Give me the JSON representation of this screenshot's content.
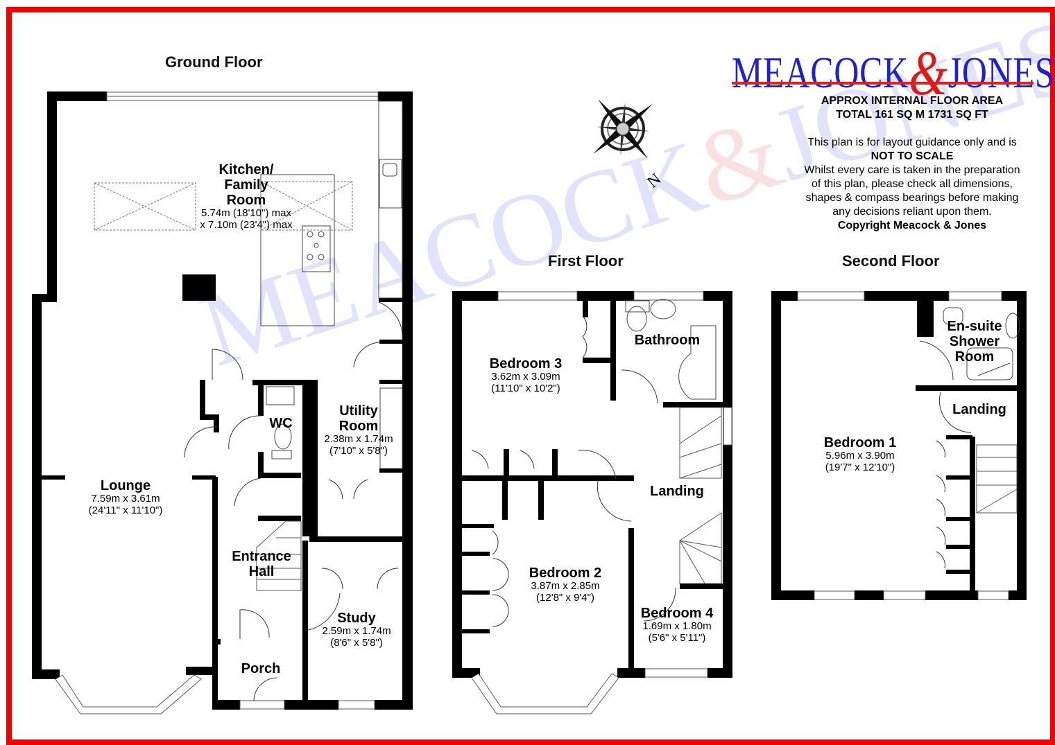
{
  "brand": {
    "name_left": "MEACOCK",
    "ampersand": "&",
    "name_right": "JONES",
    "primary_color": "#2020d0",
    "accent_color": "#e01818",
    "frame_color": "#f40000"
  },
  "info": {
    "area_heading": "APPROX INTERNAL FLOOR AREA",
    "area_total": "TOTAL 161 SQ M 1731 SQ FT",
    "disclaimer_1": "This plan is for layout guidance only and is",
    "not_to_scale": "NOT TO SCALE",
    "disclaimer_2": "Whilst every care is taken in the preparation",
    "disclaimer_3": "of this plan, please check all dimensions,",
    "disclaimer_4": "shapes & compass bearings before making",
    "disclaimer_5": "any decisions reliant upon them.",
    "copyright": "Copyright Meacock & Jones"
  },
  "compass": {
    "icon": "compass-rose-icon",
    "north_label": "N"
  },
  "floors": {
    "ground": {
      "title": "Ground Floor",
      "rooms": [
        {
          "name": "Kitchen/ Family Room",
          "dim_metric": "5.74m (18'10\") max",
          "dim_imperial": "x 7.10m (23'4\") max"
        },
        {
          "name": "WC",
          "dim_metric": "",
          "dim_imperial": ""
        },
        {
          "name": "Utility Room",
          "dim_metric": "2.38m x 1.74m",
          "dim_imperial": "(7'10\" x 5'8\")"
        },
        {
          "name": "Lounge",
          "dim_metric": "7.59m x 3.61m",
          "dim_imperial": "(24'11\" x 11'10\")"
        },
        {
          "name": "Entrance Hall",
          "dim_metric": "",
          "dim_imperial": ""
        },
        {
          "name": "Study",
          "dim_metric": "2.59m x 1.74m",
          "dim_imperial": "(8'6\" x 5'8\")"
        },
        {
          "name": "Porch",
          "dim_metric": "",
          "dim_imperial": ""
        }
      ]
    },
    "first": {
      "title": "First Floor",
      "rooms": [
        {
          "name": "Bedroom 3",
          "dim_metric": "3.62m x 3.09m",
          "dim_imperial": "(11'10\" x 10'2\")"
        },
        {
          "name": "Bathroom",
          "dim_metric": "",
          "dim_imperial": ""
        },
        {
          "name": "Landing",
          "dim_metric": "",
          "dim_imperial": ""
        },
        {
          "name": "Bedroom 2",
          "dim_metric": "3.87m x 2.85m",
          "dim_imperial": "(12'8\" x 9'4\")"
        },
        {
          "name": "Bedroom 4",
          "dim_metric": "1.69m x 1.80m",
          "dim_imperial": "(5'6\" x 5'11\")"
        }
      ]
    },
    "second": {
      "title": "Second Floor",
      "rooms": [
        {
          "name": "En-suite Shower Room",
          "dim_metric": "",
          "dim_imperial": ""
        },
        {
          "name": "Landing",
          "dim_metric": "",
          "dim_imperial": ""
        },
        {
          "name": "Bedroom 1",
          "dim_metric": "5.96m x 3.90m",
          "dim_imperial": "(19'7\" x 12'10\")"
        }
      ]
    }
  },
  "watermark": {
    "left": "MEACOCK",
    "amp": "&",
    "right": "JONES"
  }
}
